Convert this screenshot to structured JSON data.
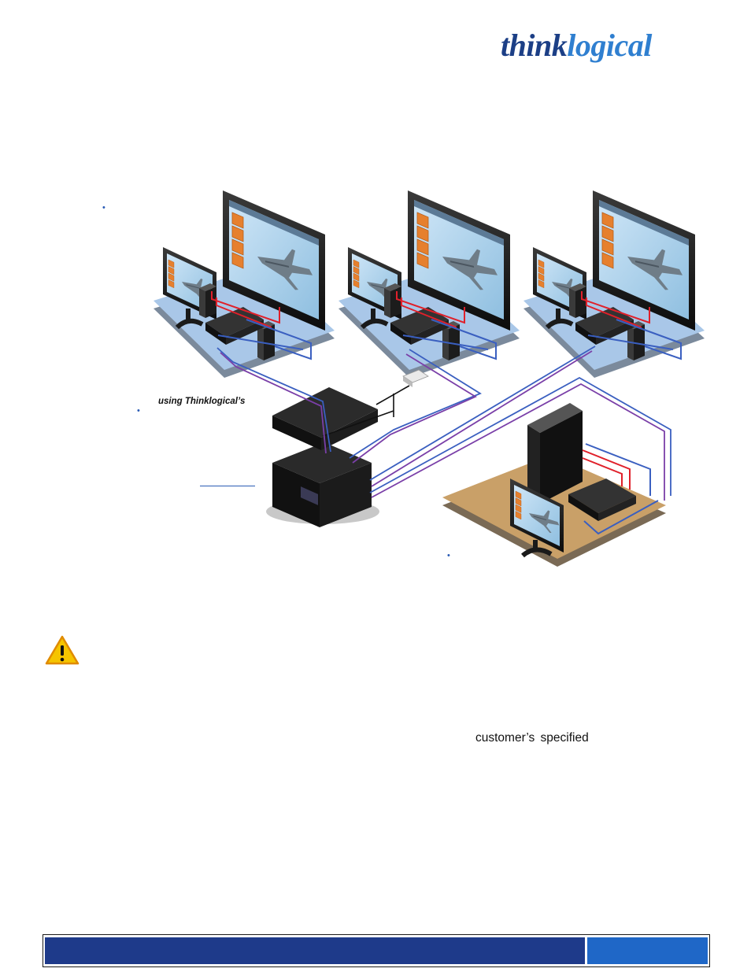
{
  "header": {
    "logo_text_bold": "think",
    "logo_text_light": "logical"
  },
  "diagram": {
    "caption_fragment": "using Thinklogical’s",
    "bullet_glyph": "•"
  },
  "body": {
    "spec_fragment": "customer’s specified"
  },
  "colors": {
    "brand_blue": "#1f4ea1",
    "footer_dark": "#1e3a8a",
    "footer_light": "#1f67c7",
    "cable_red": "#e0202a",
    "cable_blue": "#3a5fc0",
    "cable_purple": "#7a3fa8",
    "warning_yellow": "#f5c400"
  },
  "icons": [
    "warning-icon",
    "monitor-icon",
    "tower-pc-icon",
    "extender-icon",
    "switch-chassis-icon",
    "network-switch-icon",
    "fighter-jet-image"
  ]
}
